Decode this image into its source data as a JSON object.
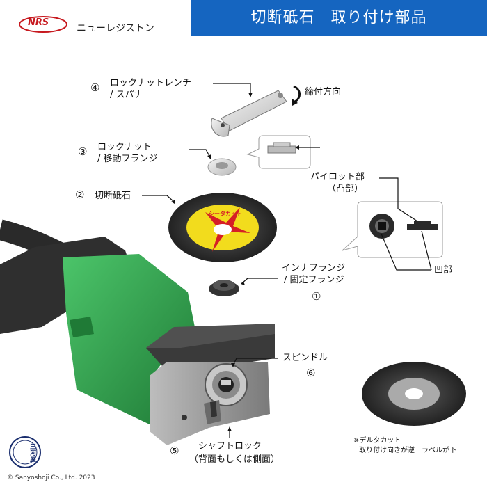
{
  "header": {
    "title": "切断砥石　取り付け部品"
  },
  "logo": {
    "mark": "NRS",
    "company": "ニューレジストン"
  },
  "parts": [
    {
      "number": "④",
      "label_line1": "ロックナットレンチ",
      "label_line2": "/ スパナ"
    },
    {
      "number": "③",
      "label_line1": "ロックナット",
      "label_line2": "/ 移動フランジ"
    },
    {
      "number": "②",
      "label_line1": "切断砥石",
      "label_line2": ""
    },
    {
      "number": "①",
      "label_line1": "インナフランジ",
      "label_line2": "/ 固定フランジ"
    },
    {
      "number": "⑥",
      "label_line1": "スピンドル",
      "label_line2": ""
    },
    {
      "number": "⑤",
      "label_line1": "シャフトロック",
      "label_line2": "（背面もしくは側面）"
    }
  ],
  "annotations": {
    "tightening_direction": "締付方向",
    "pilot_line1": "パイロット部",
    "pilot_line2": "（凸部）",
    "recess": "凹部"
  },
  "disc_label": {
    "brand": "シータカット"
  },
  "delta_note": {
    "line1": "※デルタカット",
    "line2": "取り付け向きが逆　ラベルが下"
  },
  "seal": {
    "text": "三河屋"
  },
  "copyright": "© Sanyoshoji Co., Ltd. 2023",
  "colors": {
    "header_bg": "#1565c0",
    "tool_green": "#2e9e4a",
    "disc_yellow": "#f2dc1d",
    "disc_red": "#d51f26"
  }
}
